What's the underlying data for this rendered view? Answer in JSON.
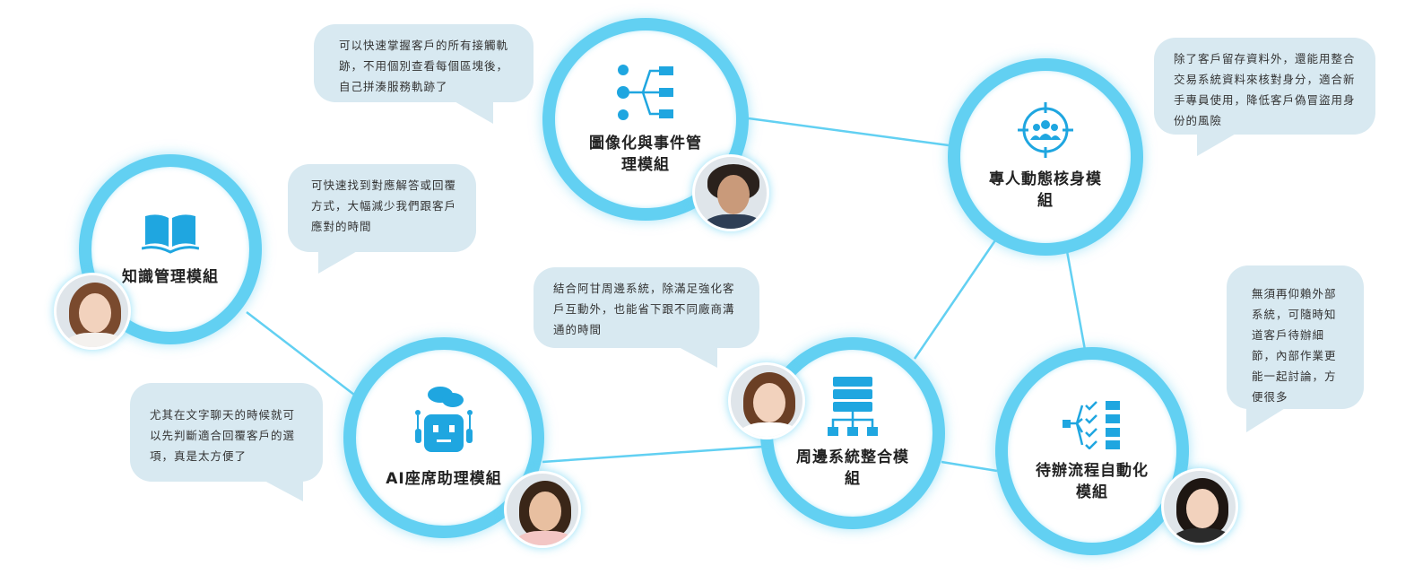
{
  "colors": {
    "accent": "#62d0f2",
    "icon": "#1fa6e0",
    "bubble": "#d8e9f1",
    "line": "#62d0f2"
  },
  "nodes": [
    {
      "id": "knowledge",
      "title": "知識管理模組",
      "icon": "open-book-icon"
    },
    {
      "id": "visual",
      "title": "圖像化與事件管理模組",
      "icon": "flowchart-list-icon"
    },
    {
      "id": "identity",
      "title": "專人動態核身模組",
      "icon": "target-group-icon"
    },
    {
      "id": "ai",
      "title": "AI座席助理模組",
      "icon": "chat-robot-icon"
    },
    {
      "id": "integration",
      "title": "周邊系統整合模組",
      "icon": "server-network-icon"
    },
    {
      "id": "workflow",
      "title": "待辦流程自動化模組",
      "icon": "checklist-flow-icon"
    }
  ],
  "bubbles": [
    {
      "text": "可以快速掌握客戶的所有接觸軌跡，不用個別查看每個區塊後，自己拼湊服務軌跡了"
    },
    {
      "text": "除了客戶留存資料外，還能用整合交易系統資料來核對身分，適合新手專員使用，降低客戶偽冒盜用身份的風險"
    },
    {
      "text": "可快速找到對應解答或回覆方式，大幅減少我們跟客戶應對的時間"
    },
    {
      "text": "結合阿甘周邊系統，除滿足強化客戶互動外，也能省下跟不同廠商溝通的時間"
    },
    {
      "text": "尤其在文字聊天的時候就可以先判斷適合回覆客戶的選項，真是太方便了"
    },
    {
      "text": "無須再仰賴外部系統，可隨時知道客戶待辦細節，內部作業更能一起討論，方便很多"
    }
  ]
}
